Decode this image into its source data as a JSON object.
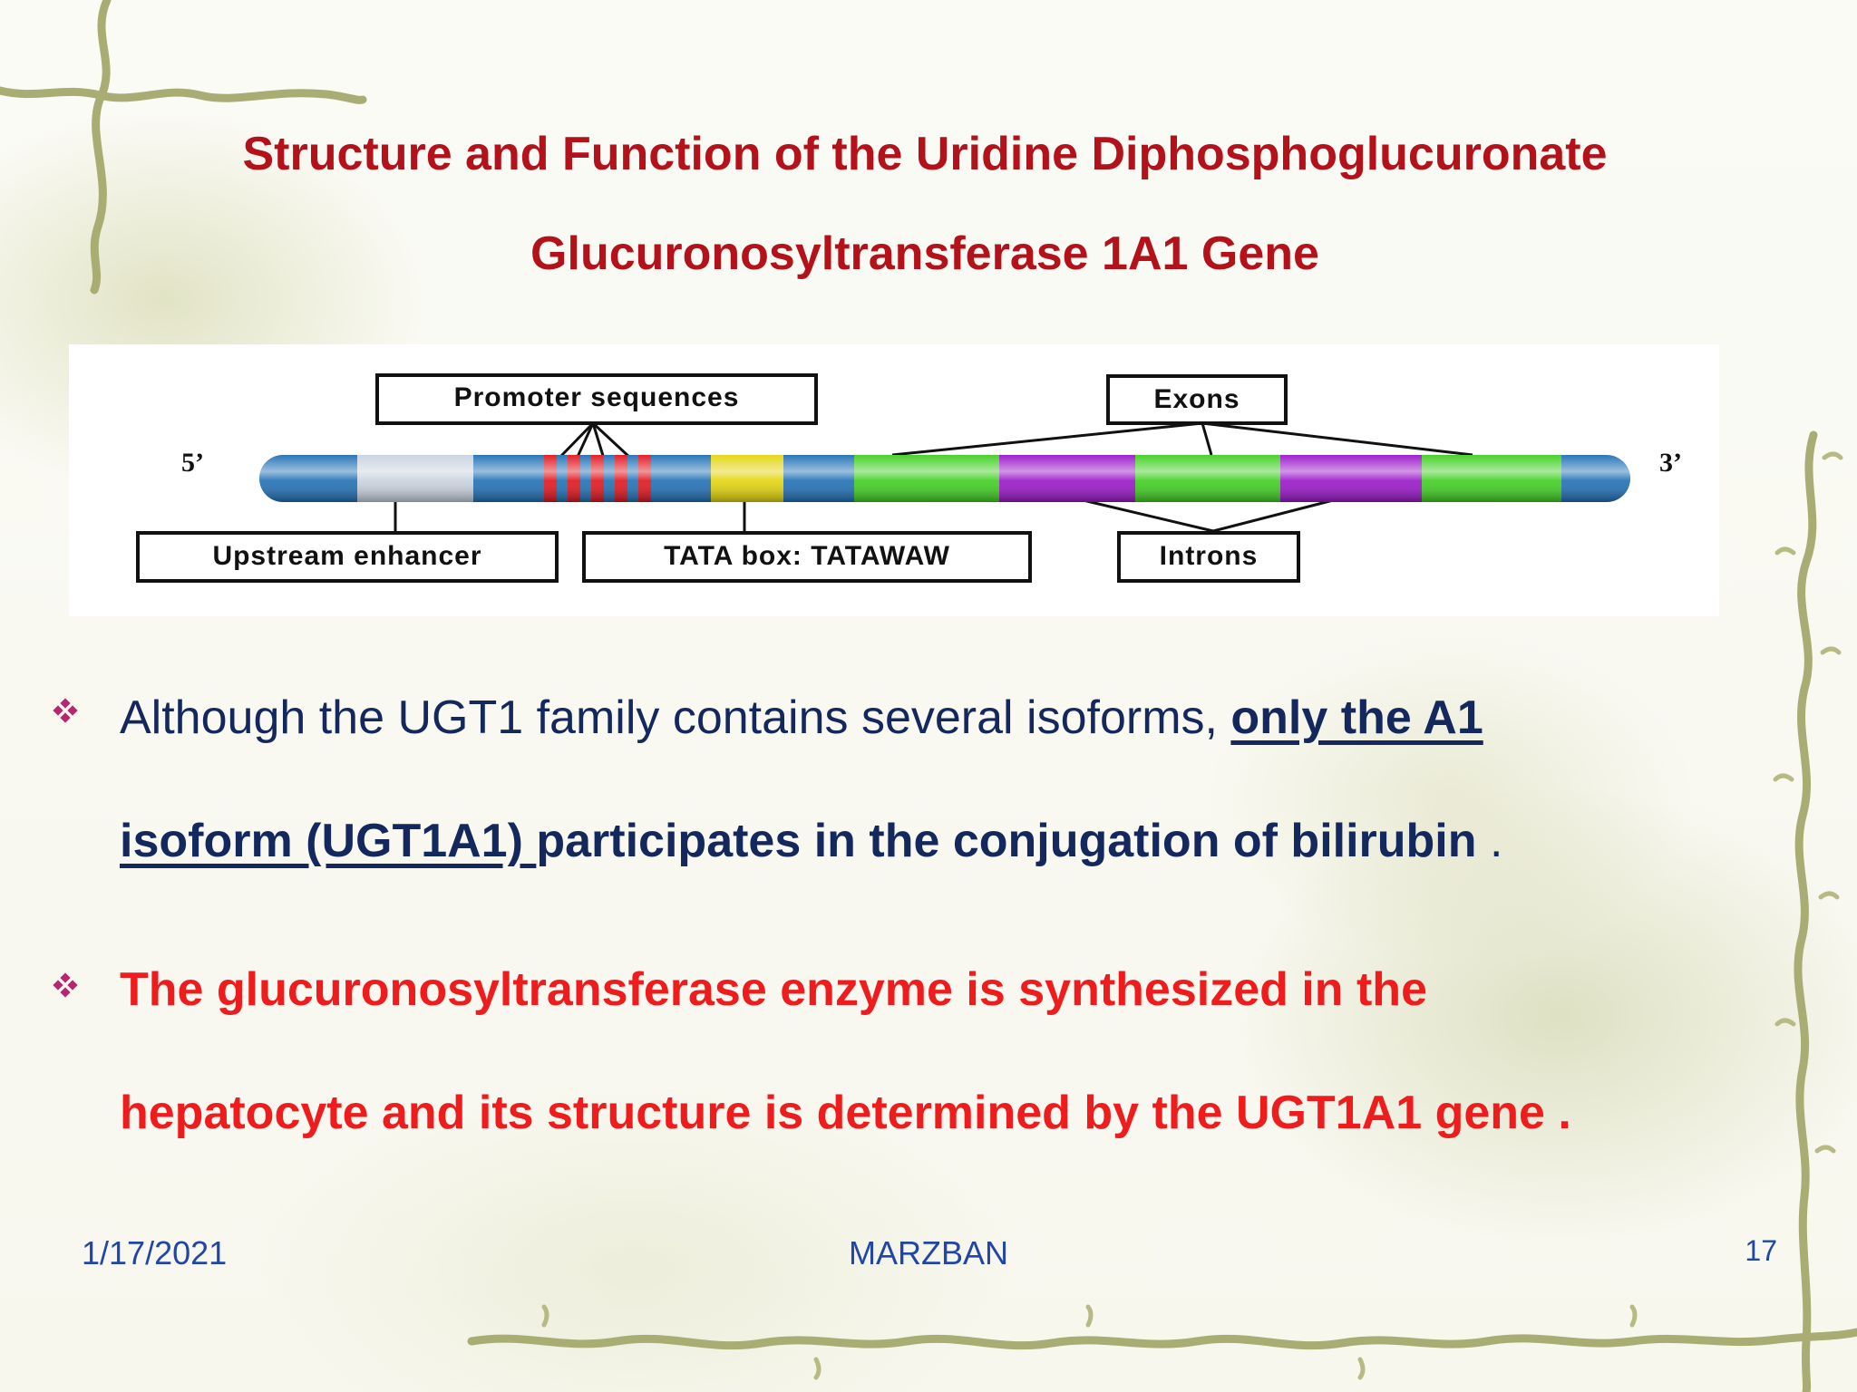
{
  "slide": {
    "title_line1": "Structure and Function of the Uridine Diphosphoglucuronate",
    "title_line2": "Glucuronosyltransferase 1A1 Gene"
  },
  "diagram": {
    "end5": "5’",
    "end3": "3’",
    "labels": {
      "promoter": "Promoter sequences",
      "exons": "Exons",
      "upstream": "Upstream enhancer",
      "tata": "TATA box: TATAWAW",
      "introns": "Introns"
    },
    "colors": {
      "backbone": "#1f6fb5",
      "enhancer": "#c9d2de",
      "promoter_bands": "#e0141c",
      "tata": "#e3d40a",
      "exon": "#3fcf20",
      "intron": "#9a15c9"
    }
  },
  "bullets": [
    {
      "part1": "Although the UGT1 family contains several isoforms, ",
      "part2": "only the A1",
      "part3": "isoform (UGT1A1) ",
      "part4": "participates in the conjugation of bilirubin",
      "part5": " ."
    },
    {
      "line1": "The glucuronosyltransferase enzyme is synthesized in the",
      "line2": "hepatocyte and its structure is determined by the UGT1A1 gene ."
    }
  ],
  "footer": {
    "date": "1/17/2021",
    "author": "MARZBAN",
    "page": "17"
  }
}
